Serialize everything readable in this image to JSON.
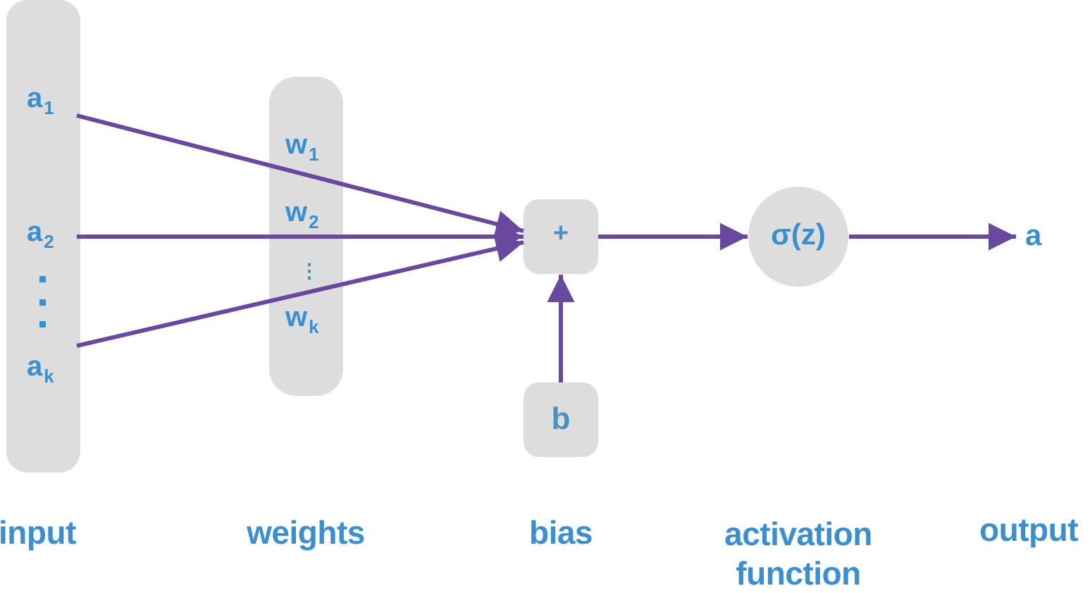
{
  "colors": {
    "panel": "#dddddd",
    "arrow": "#6949a0",
    "text": "#3a8fd0",
    "box_text": "#4a90c0"
  },
  "inputs": [
    {
      "base": "a",
      "sub": "1"
    },
    {
      "base": "a",
      "sub": "2"
    },
    {
      "base": "a",
      "sub": "k"
    }
  ],
  "input_ellipsis": "⋮",
  "weights": [
    {
      "base": "w",
      "sub": "1"
    },
    {
      "base": "w",
      "sub": "2"
    },
    {
      "base": "w",
      "sub": "k"
    }
  ],
  "weight_ellipsis": "⋮",
  "sum_node": "+",
  "bias_node": "b",
  "activation_node": "σ(z)",
  "output_node": "a",
  "captions": {
    "input": "input",
    "weights": "weights",
    "bias": "bias",
    "activation_line1": "activation",
    "activation_line2": "function",
    "output": "output"
  }
}
